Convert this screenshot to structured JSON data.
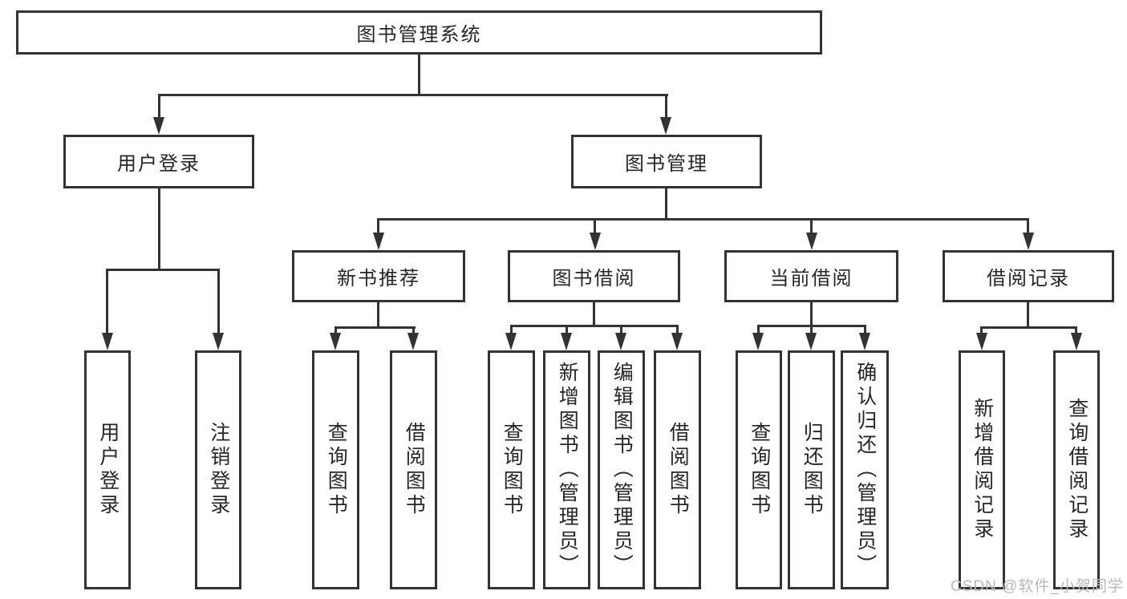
{
  "tree": {
    "root": {
      "label": "图书管理系统"
    },
    "children": [
      {
        "label": "用户登录",
        "children": [
          {
            "label": "用户登录"
          },
          {
            "label": "注销登录"
          }
        ]
      },
      {
        "label": "图书管理",
        "children": [
          {
            "label": "新书推荐",
            "children": [
              {
                "label": "查询图书"
              },
              {
                "label": "借阅图书"
              }
            ]
          },
          {
            "label": "图书借阅",
            "children": [
              {
                "label": "查询图书"
              },
              {
                "label": "新增图书（管理员）"
              },
              {
                "label": "编辑图书（管理员）"
              },
              {
                "label": "借阅图书"
              }
            ]
          },
          {
            "label": "当前借阅",
            "children": [
              {
                "label": "查询图书"
              },
              {
                "label": "归还图书"
              },
              {
                "label": "确认归还（管理员）"
              }
            ]
          },
          {
            "label": "借阅记录",
            "children": [
              {
                "label": "新增借阅记录"
              },
              {
                "label": "查询借阅记录"
              }
            ]
          }
        ]
      }
    ]
  },
  "watermark": {
    "text": "CSDN @软件_小贺同学",
    "color": "#b9b9b9"
  },
  "colors": {
    "line": "#333333",
    "box_background": "#ffffff",
    "text": "#262626"
  }
}
